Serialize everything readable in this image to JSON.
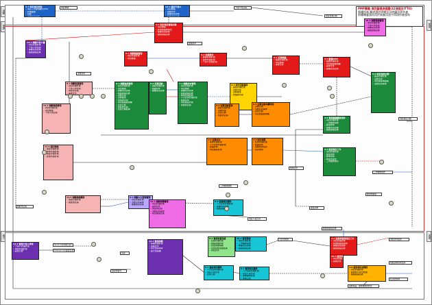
{
  "notice": {
    "title": "PMP專題 項目管理流程圖(42流程及ITTO)",
    "lines": [
      "版權所有,轉述請註明網址另附圖及原作者",
      "授權轉載請勿用於商業用途不得改作後發布"
    ]
  },
  "lanes": {
    "initiating": "啟動",
    "planning": "規劃",
    "executing": "執行",
    "monitoring": "監控",
    "closing": "收尾"
  },
  "processes": {
    "charter": {
      "title": "4.1 制定項目章程",
      "items": [
        "項目工作說明書(SOW)",
        "商業論證",
        "協議",
        "事業環境因素",
        "組織過程資產"
      ]
    },
    "stakeholders": {
      "title": "13.1 識別干係人",
      "items": [
        "項目章程",
        "採購文件",
        "事業環境因素",
        "組織過程資產"
      ]
    },
    "pmplan": {
      "title": "4.2 制定項目管理計劃",
      "items": [
        "項目章程",
        "其他過程的輸出",
        "事業環境因素",
        "組織過程資產"
      ]
    },
    "plan_scope": {
      "title": "5.1 規劃範圍管理",
      "items": [
        "項目管理計劃",
        "項目章程"
      ]
    },
    "requirements": {
      "title": "5.2 收集需求",
      "items": [
        "範圍管理計劃",
        "需求管理計劃",
        "干係人管理計劃"
      ]
    },
    "define_scope": {
      "title": "5.3 定義範圍",
      "items": [
        "範圍管理計劃",
        "項目章程",
        "需求文件"
      ]
    },
    "wbs": {
      "title": "5.4 創建WBS",
      "items": [
        "範圍管理計劃",
        "項目範圍說明書",
        "需求文件",
        "事業環境因素"
      ]
    },
    "comm_plan": {
      "title": "10.1 規劃溝通管理",
      "items": [
        "項目管理計劃",
        "干係人登記冊",
        "事業環境因素",
        "組織過程資產"
      ]
    },
    "stake_plan": {
      "title": "13.2 規劃干係人管理",
      "items": [
        "項目管理計劃",
        "干係人登記冊",
        "事業環境因素",
        "組織過程資產"
      ]
    },
    "schedule_green": {
      "title": "6.1 規劃進度管理",
      "items": [
        "項目管理計劃",
        "項目章程",
        "事業環境因素",
        "組織過程資產",
        "活動清單",
        "活動屬性",
        "里程碑清單",
        "項目範圍說明書",
        "資源日曆",
        "風險登記冊",
        "資源分解結構"
      ]
    },
    "cost_green": {
      "title": "7.1 規劃成本管理",
      "items": [
        "項目管理計劃",
        "項目章程",
        "事業環境因素",
        "組織過程資產",
        "成本管理計劃",
        "人力資源管理計劃",
        "範圍基準",
        "項目進度計劃",
        "風險登記冊"
      ]
    },
    "activity": {
      "title": "6.2 定義活動",
      "items": [
        "進度管理計劃",
        "範圍基準",
        "事業環境因素"
      ]
    },
    "sequence": {
      "title": "6.3 排列活動順序",
      "items": [
        "進度管理計劃",
        "活動清單",
        "活動屬性",
        "里程碑清單"
      ]
    },
    "resources": {
      "title": "6.4 估算活動資源",
      "items": [
        "進度管理計劃",
        "活動清單",
        "資源日曆",
        "風險登記冊"
      ]
    },
    "durations": {
      "title": "6.5 估算活動持續時間",
      "items": [
        "活動清單",
        "活動資源需求",
        "資源日曆",
        "項目範圍說明書"
      ]
    },
    "estimate_costs": {
      "title": "7.2 估算成本",
      "items": [
        "成本管理計劃",
        "人力資源管理計劃",
        "範圍基準",
        "項目進度計劃"
      ]
    },
    "budget": {
      "title": "7.3 制定預算",
      "items": [
        "成本管理計劃",
        "範圍基準",
        "活動成本估算",
        "估算依據"
      ]
    },
    "develop_schedule": {
      "title": "6.6 制定進度計劃",
      "items": [
        "進度管理計劃",
        "活動清單",
        "項目進度網絡圖",
        "活動資源需求"
      ]
    },
    "risk_plan": {
      "title": "11.1 規劃風險管理",
      "items": [
        "項目管理計劃",
        "項目章程",
        "干係人登記冊"
      ]
    },
    "risk_identify": {
      "title": "11.2 識別風險",
      "items": [
        "風險管理計劃",
        "成本管理計劃",
        "進度管理計劃",
        "質量管理計劃"
      ]
    },
    "risk_response": {
      "title": "11.5 規劃風險應對",
      "items": [
        "風險管理計劃",
        "風險登記冊"
      ]
    },
    "quality_plan": {
      "title": "8.1 規劃質量管理",
      "items": [
        "項目管理計劃",
        "干係人登記冊",
        "風險登記冊",
        "需求文件"
      ]
    },
    "hr_plan": {
      "title": "9.1 規劃人力資源管理",
      "items": [
        "項目管理計劃",
        "活動資源需求",
        "事業環境因素"
      ]
    },
    "procurement_plan": {
      "title": "12.1 規劃採購管理",
      "items": [
        "項目管理計劃",
        "需求文件",
        "風險登記冊",
        "活動資源需求",
        "項目進度計劃"
      ]
    },
    "direct_work": {
      "title": "4.3 指導與管理項目工作",
      "items": [
        "項目管理計劃",
        "批准的變更請求",
        "事業環境因素",
        "組織過程資產"
      ]
    },
    "monitor_work": {
      "title": "4.4 監控項目工作",
      "items": [
        "項目管理計劃",
        "進度預測",
        "成本預測",
        "確認的變更",
        "工作績效信息"
      ]
    },
    "change_control": {
      "title": "4.5 實施整體變更控制",
      "items": [
        "項目管理計劃",
        "工作績效報告",
        "變更請求",
        "事業環境因素",
        "組織過程資產"
      ]
    },
    "qa": {
      "title": "8.2 實施質量保證",
      "items": [
        "質量管理計劃",
        "過程改進計劃",
        "質量測量指標",
        "質量控制測量結果",
        "項目文件"
      ]
    },
    "manage_comm": {
      "title": "10.2 管理溝通",
      "items": [
        "溝通管理計劃",
        "工作績效報告",
        "事業環境因素",
        "組織過程資產"
      ]
    },
    "acquire_team": {
      "title": "9.2 組建項目團隊",
      "items": [
        "人力資源管理計劃",
        "事業環境因素",
        "組織過程資產"
      ]
    },
    "develop_team": {
      "title": "9.3 建設項目團隊",
      "items": [
        "人力資源管理計劃",
        "項目人員分派",
        "資源日曆"
      ]
    },
    "manage_team": {
      "title": "9.4 管理項目團隊",
      "items": [
        "人力資源管理計劃",
        "項目人員分派",
        "團隊績效評價",
        "問題日誌"
      ]
    },
    "conduct_procurement": {
      "title": "12.2 實施採購",
      "items": [
        "採購管理計劃",
        "採購文件",
        "供方選擇標準",
        "賣方建議書"
      ]
    },
    "stake_engage": {
      "title": "13.3 管理干係人參與",
      "items": [
        "干係人管理計劃",
        "溝通管理計劃",
        "變更日誌"
      ]
    },
    "close_project": {
      "title": "4.6 結束項目或階段",
      "items": [
        "項目管理計劃",
        "驗收的可交付成果",
        "組織過程資產"
      ]
    },
    "close_procurement": {
      "title": "12.4 結束採購",
      "items": [
        "項目管理計劃",
        "採購文件"
      ]
    }
  },
  "labels": {
    "charter_doc": "項目章程",
    "stake_reg": "干係人登記冊",
    "pm_plan_doc": "項目管理計劃",
    "scope_baseline": "範圍基準",
    "req_doc": "需求文件",
    "work_perf_data": "工作績效數據",
    "change_requests": "變更請求",
    "approved_changes": "批准的變更請求",
    "deliverables": "可交付成果",
    "issue_log": "Issue log(問題日誌)",
    "change_log": "Change log(變更日誌)",
    "final_product": "最終產品、服務或成果移交",
    "opa_updates": "組織過程資產更新",
    "proj_doc_updates": "項目文件更新",
    "work_perf_reports": "工作績效報告",
    "risk_register": "風險登記冊",
    "schedule": "項目進度計劃",
    "cost_baseline": "成本基準",
    "team_assign": "項目人員分派",
    "seller_selected": "選定的賣方",
    "agreements": "協議",
    "validated_changes": "確認的變更",
    "closed_procurements": "結束的採購"
  },
  "colors": {
    "blue": "#1f63c6",
    "red": "#e41a1a",
    "purple": "#6c2fb0",
    "pink": "#f06be6",
    "green": "#1b8a3a",
    "yellow": "#ffd400",
    "orange": "#ff8c00",
    "lightred": "#f6b3b3",
    "lavender": "#b9a6ff",
    "cyan": "#18c6d6",
    "lime": "#8ee58a",
    "gold": "#ffb200"
  }
}
